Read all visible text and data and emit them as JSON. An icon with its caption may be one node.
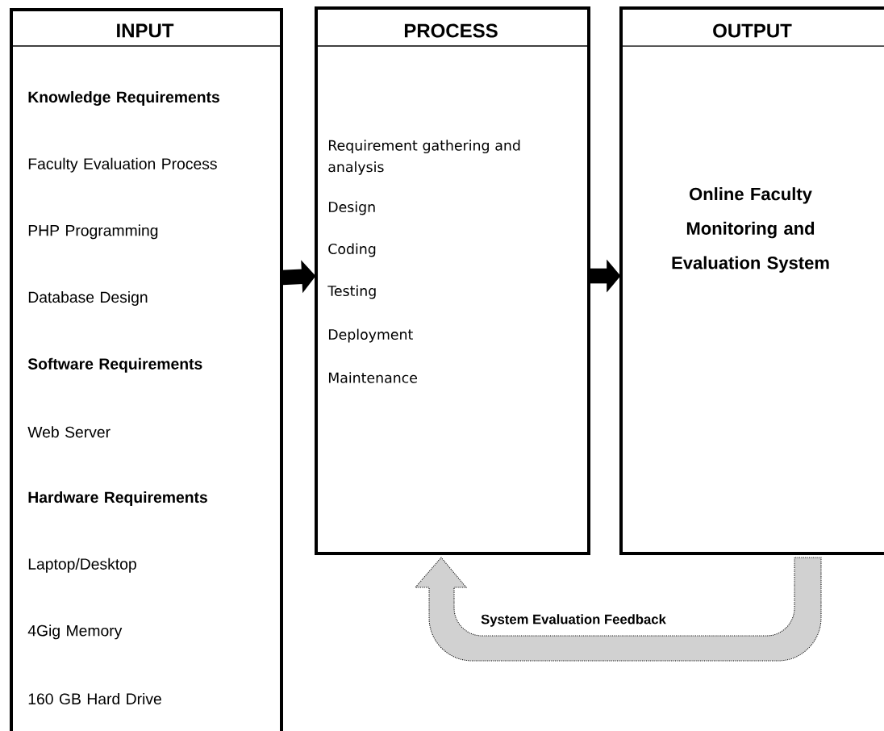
{
  "diagram": {
    "nodes": [
      {
        "text": [
          "INPUT",
          "Knowledge Requirements",
          "Faculty Evaluation Process",
          "PHP Programming",
          "Database Design",
          "Software Requirements",
          "Web Server",
          "Hardware Requirements",
          "Laptop/Desktop",
          "4Gig Memory",
          "160 GB Hard Drive"
        ]
      },
      {
        "text": [
          "PROCESS",
          "Requirement gathering and analysis",
          "Design",
          "Coding",
          "Testing",
          "Deployment",
          "Maintenance"
        ]
      },
      {
        "text": [
          "OUTPUT",
          "Online Faculty Monitoring and Evaluation System"
        ]
      }
    ],
    "edges": [
      {
        "from": 0,
        "to": 1,
        "arrow": "to"
      },
      {
        "from": 1,
        "to": 2,
        "arrow": "to"
      },
      {
        "from": 2,
        "to": 1,
        "arrow": "to",
        "label": "System Evaluation Feedback",
        "style": "dashed"
      }
    ]
  }
}
